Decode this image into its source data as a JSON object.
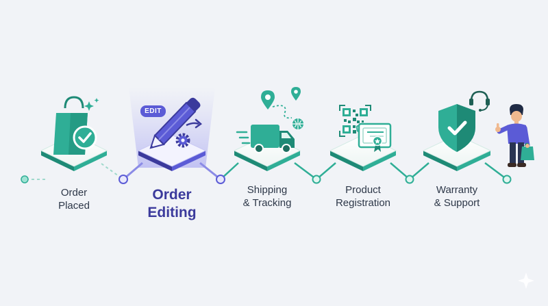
{
  "steps": [
    {
      "line1": "Order",
      "line2": "Placed",
      "active": false,
      "icon": "shopping-bag-check-icon"
    },
    {
      "line1": "Order",
      "line2": "Editing",
      "active": true,
      "icon": "pencil-edit-icon",
      "tag": "EDIT"
    },
    {
      "line1": "Shipping",
      "line2": "& Tracking",
      "active": false,
      "icon": "delivery-truck-icon"
    },
    {
      "line1": "Product",
      "line2": "Registration",
      "active": false,
      "icon": "qr-certificate-icon"
    },
    {
      "line1": "Warranty",
      "line2": "& Support",
      "active": false,
      "icon": "shield-check-icon"
    }
  ],
  "colors": {
    "teal": "#2fae96",
    "teal_dark": "#1e8a76",
    "indigo": "#5b5bd6",
    "indigo_dark": "#3b3a9c",
    "background": "#f1f3f7"
  }
}
